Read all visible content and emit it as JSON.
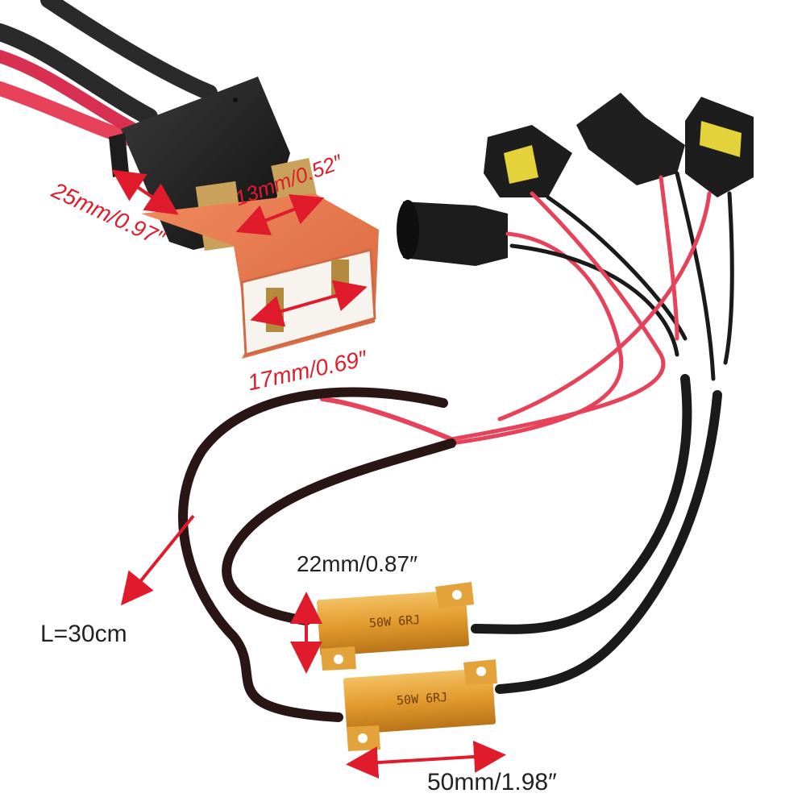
{
  "product": {
    "dimensions": {
      "socket_width": "25mm/0.97″",
      "terminal_spacing": "13mm/0.52″",
      "socket_opening": "17mm/0.69″",
      "resistor_height": "22mm/0.87″",
      "resistor_length": "50mm/1.98″",
      "cable_length": "L=30cm"
    },
    "resistors": [
      {
        "marking": "50W 6RJ"
      },
      {
        "marking": "50W 6RJ"
      }
    ]
  },
  "colors": {
    "arrow": "#e01b2c",
    "wire_red": "#e8415a",
    "wire_black": "#1a1a1a",
    "socket_orange": "#e9794f",
    "resistor_gold": "#e3a23a"
  },
  "icons": {
    "dimension_arrow": "double-headed-arrow",
    "length_arrow": "single-headed-arrow"
  }
}
